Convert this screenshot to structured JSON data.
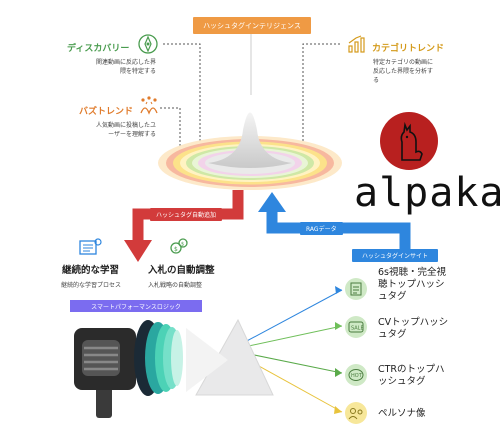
{
  "header": {
    "banner": "ハッシュタグインテリジェンス"
  },
  "discovery": {
    "title": "ディスカバリー",
    "desc": [
      "関連動画に反応した界",
      "隈を特定する"
    ],
    "icon": "compass-icon"
  },
  "category": {
    "title": "カテゴリトレンド",
    "desc": [
      "特定カテゴリの動画に",
      "反応した界隈を分析す",
      "る"
    ],
    "icon": "chart-rising-icon"
  },
  "buzz": {
    "title": "バズトレンド",
    "desc": [
      "人気動画に投稿したユ",
      "ーザーを理解する"
    ],
    "icon": "celebration-icon"
  },
  "logo": {
    "text": "alpaka"
  },
  "flow": {
    "auto_add": "ハッシュタグ自動追加",
    "rag": "RAGデータ",
    "insight": "ハッシュタグインサイト"
  },
  "learning": {
    "title": "継続的な学習",
    "desc": "継続的な学習プロセス",
    "icon": "book-icon"
  },
  "bidding": {
    "title": "入札の自動調整",
    "desc": "入札戦略の自動調整",
    "icon": "coins-icon"
  },
  "smart_logic": {
    "label": "スマートパフォーマンスロジック"
  },
  "outputs": [
    {
      "text": [
        "6s視聴・完全視",
        "聴トップハッシ",
        "ュタグ"
      ],
      "icon": "checklist-icon"
    },
    {
      "text": [
        "CVトップハッシ",
        "ュタグ"
      ],
      "icon": "sale-tag-icon"
    },
    {
      "text": [
        "CTRのトップハ",
        "ッシュタグ"
      ],
      "icon": "hot-badge-icon"
    },
    {
      "text": [
        "ペルソナ像"
      ],
      "icon": "persona-icon"
    }
  ],
  "colors": {
    "orange": "#ef9a44",
    "red": "#d23b3b",
    "blue": "#2e86de",
    "purple": "#7b6cf0",
    "icon_green": "#cfe9c6",
    "logo_red": "#b8201f"
  }
}
